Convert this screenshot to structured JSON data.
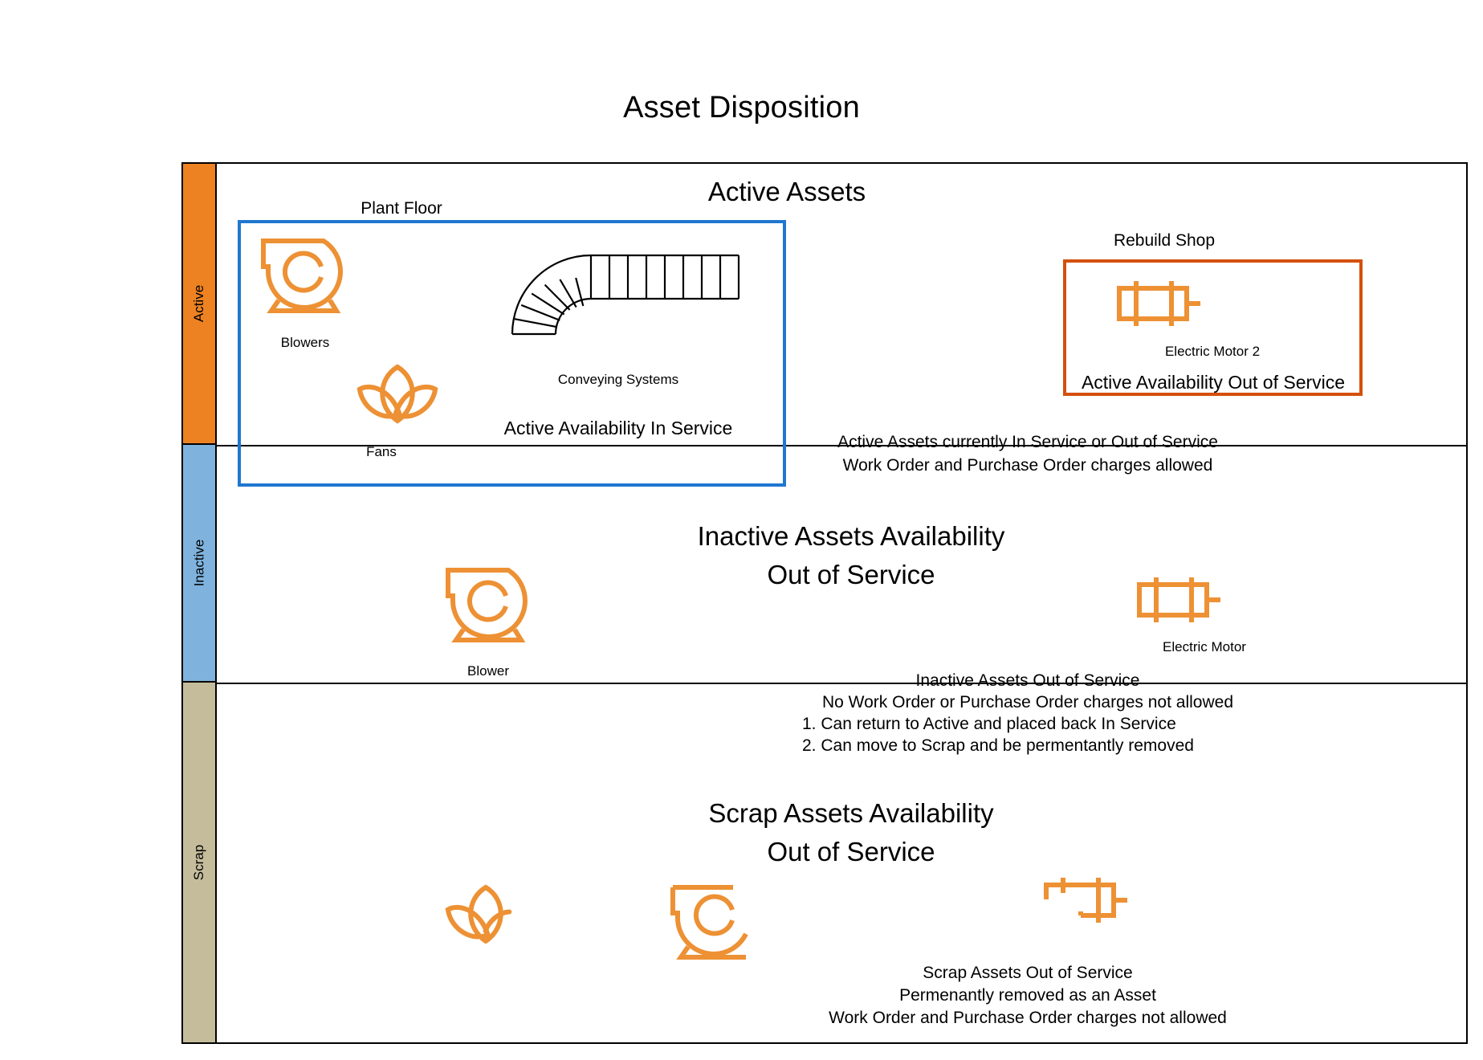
{
  "title": "Asset Disposition",
  "colors": {
    "active_lane": "#ED8222",
    "inactive_lane": "#7FB3DE",
    "scrap_lane": "#C4BC9B",
    "asset_orange": "#ED9134",
    "plant_floor_border": "#1F77D0",
    "rebuild_shop_border": "#D4500D",
    "outline_black": "#000000"
  },
  "lanes": [
    {
      "id": "active",
      "tab_label": "Active",
      "title": "Active Assets",
      "groups": [
        {
          "name": "plant-floor",
          "label": "Plant Floor",
          "status": "Active Availability In Service",
          "assets": [
            {
              "label": "Blowers",
              "icon": "blower-icon"
            },
            {
              "label": "Fans",
              "icon": "fan-icon"
            },
            {
              "label": "Conveying Systems",
              "icon": "conveyor-icon"
            }
          ]
        },
        {
          "name": "rebuild-shop",
          "label": "Rebuild Shop",
          "status": "Active Availability Out of Service",
          "assets": [
            {
              "label": "Electric Motor 2",
              "icon": "electric-motor-icon"
            }
          ]
        }
      ],
      "notes": [
        "Active Assets currently In Service or Out of Service",
        "Work Order and Purchase Order charges allowed"
      ]
    },
    {
      "id": "inactive",
      "tab_label": "Inactive",
      "title_line1": "Inactive Assets Availability",
      "title_line2": "Out of Service",
      "assets": [
        {
          "label": "Blower",
          "icon": "blower-icon"
        },
        {
          "label": "Electric Motor",
          "icon": "electric-motor-icon"
        }
      ],
      "notes_heading": "Inactive Assets Out of Service",
      "notes": [
        "No Work Order or Purchase Order charges not allowed",
        "1. Can return to Active and placed back In Service",
        "2. Can move to Scrap and be permentantly removed"
      ]
    },
    {
      "id": "scrap",
      "tab_label": "Scrap",
      "title_line1": "Scrap Assets Availability",
      "title_line2": "Out of Service",
      "assets": [
        {
          "label": "",
          "icon": "broken-fan-icon"
        },
        {
          "label": "",
          "icon": "broken-blower-icon"
        },
        {
          "label": "",
          "icon": "broken-electric-motor-icon"
        }
      ],
      "notes_heading": "Scrap Assets Out of Service",
      "notes": [
        "Permenantly removed as an Asset",
        "Work Order and Purchase Order charges not allowed"
      ]
    }
  ]
}
